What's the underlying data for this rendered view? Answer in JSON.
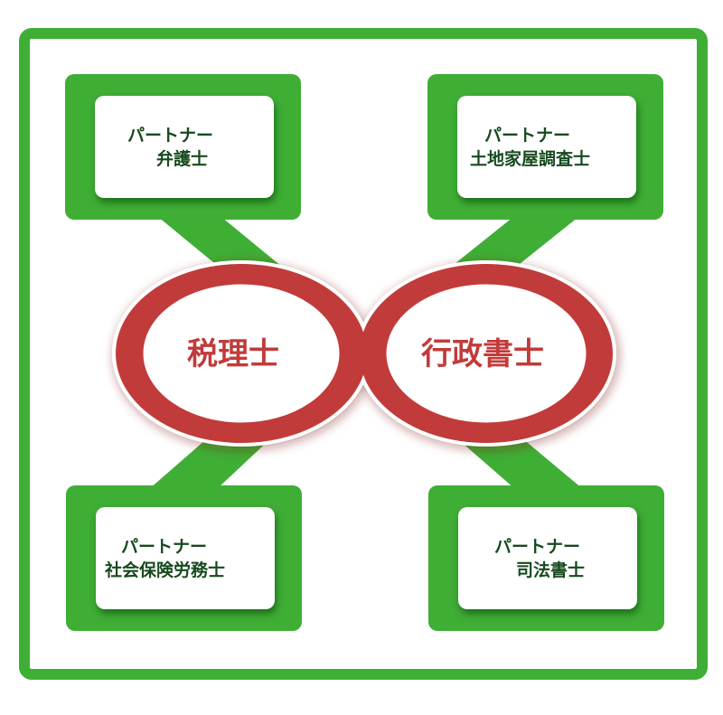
{
  "colors": {
    "green": "#3fae35",
    "red": "#c13b3a",
    "text_dark_green": "#174a1e",
    "white": "#ffffff"
  },
  "center": {
    "left_label": "税理士",
    "right_label": "行政書士"
  },
  "partners": [
    {
      "position": "top-left",
      "line1": "パートナー",
      "line2": "弁護士"
    },
    {
      "position": "top-right",
      "line1": "パートナー",
      "line2": "土地家屋調査士"
    },
    {
      "position": "bottom-left",
      "line1": "パートナー",
      "line2": "社会保険労務士"
    },
    {
      "position": "bottom-right",
      "line1": "パートナー",
      "line2": "司法書士"
    }
  ]
}
